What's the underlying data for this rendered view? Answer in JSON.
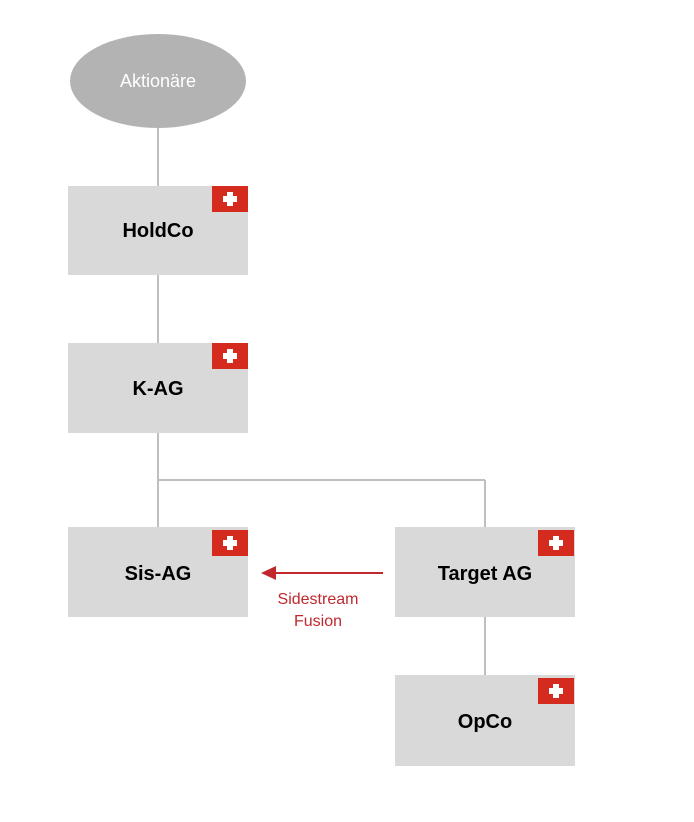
{
  "title": "Sidestream Fusion Struktur",
  "colors": {
    "box_fill": "#d9d9d9",
    "oval_fill": "#b3b3b3",
    "line": "#bfbfbf",
    "flag_red": "#d52b1e",
    "arrow": "#c0282d"
  },
  "shareholders": {
    "label": "Aktionäre"
  },
  "entities": [
    {
      "id": "holdco",
      "label": "HoldCo",
      "flag": "swiss-flag-icon"
    },
    {
      "id": "kag",
      "label": "K-AG",
      "flag": "swiss-flag-icon"
    },
    {
      "id": "sisag",
      "label": "Sis-AG",
      "flag": "swiss-flag-icon"
    },
    {
      "id": "targetag",
      "label": "Target AG",
      "flag": "swiss-flag-icon"
    },
    {
      "id": "opco",
      "label": "OpCo",
      "flag": "swiss-flag-icon"
    }
  ],
  "merger": {
    "line1": "Sidestream",
    "line2": "Fusion"
  }
}
